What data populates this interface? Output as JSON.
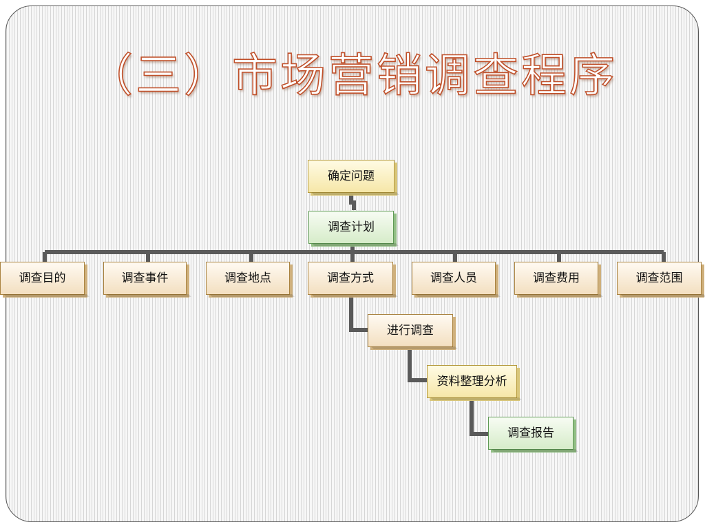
{
  "title": "（三）市场营销调查程序",
  "nodes": {
    "root": "确定问题",
    "plan": "调查计划",
    "children": [
      "调查目的",
      "调查事件",
      "调查地点",
      "调查方式",
      "调查人员",
      "调查费用",
      "调查范围"
    ],
    "conduct": "进行调查",
    "analyze": "资料整理分析",
    "report": "调查报告"
  },
  "colors": {
    "title_outline": "#c0502a",
    "connector": "#5a5a5a",
    "gold_fill": "#f6e7a8",
    "tan_fill": "#f3dfc0",
    "green_fill": "#d6ecc9"
  }
}
